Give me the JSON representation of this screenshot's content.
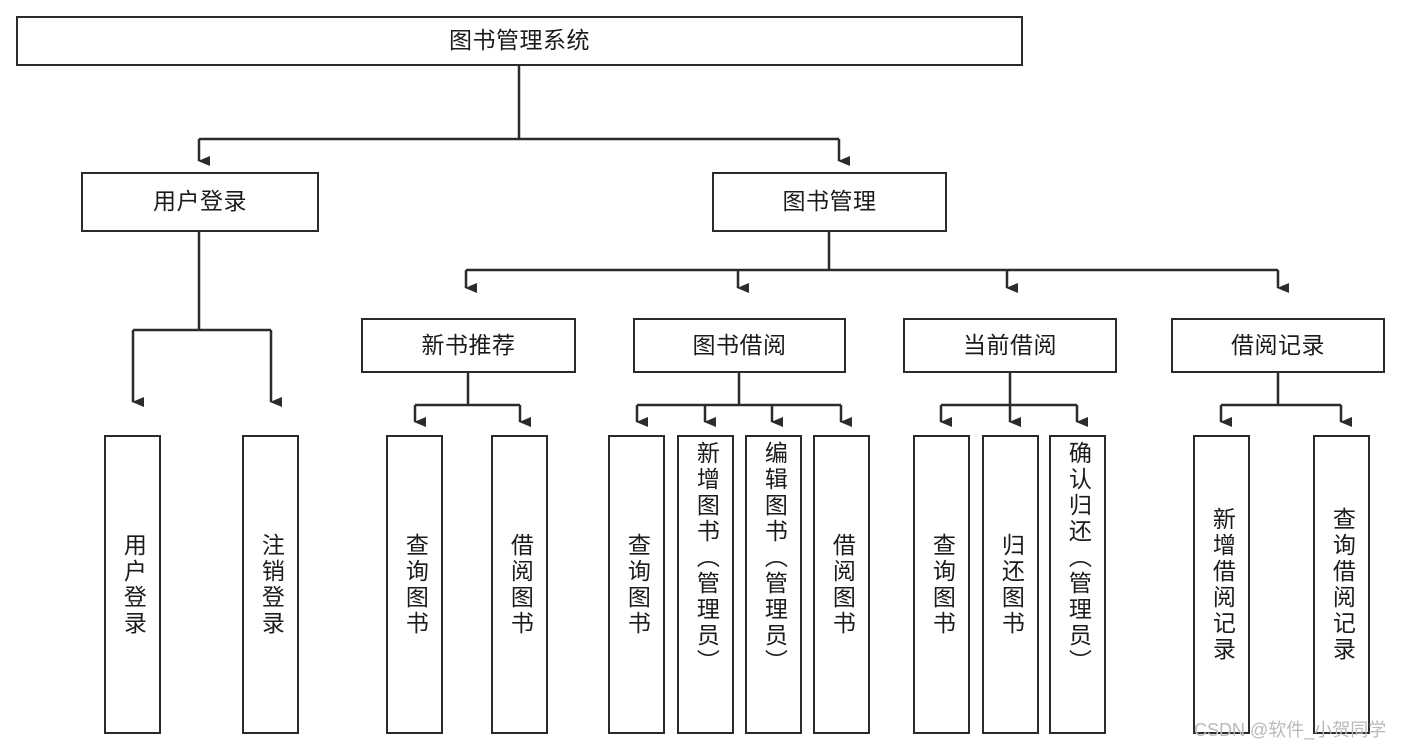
{
  "diagram": {
    "title": "图书管理系统",
    "type": "hierarchy-tree",
    "root": {
      "label": "图书管理系统"
    },
    "level2": [
      {
        "label": "用户登录"
      },
      {
        "label": "图书管理"
      }
    ],
    "level3": [
      {
        "label": "新书推荐"
      },
      {
        "label": "图书借阅"
      },
      {
        "label": "当前借阅"
      },
      {
        "label": "借阅记录"
      }
    ],
    "leaves": [
      {
        "label": "用户登录"
      },
      {
        "label": "注销登录"
      },
      {
        "label": "查询图书"
      },
      {
        "label": "借阅图书"
      },
      {
        "label": "查询图书"
      },
      {
        "label": "新增图书（管理员）"
      },
      {
        "label": "编辑图书（管理员）"
      },
      {
        "label": "借阅图书"
      },
      {
        "label": "查询图书"
      },
      {
        "label": "归还图书"
      },
      {
        "label": "确认归还（管理员）"
      },
      {
        "label": "新增借阅记录"
      },
      {
        "label": "查询借阅记录"
      }
    ]
  },
  "watermark": {
    "text": "CSDN @软件_小贺同学"
  },
  "colors": {
    "stroke": "#2b2b2b",
    "background": "#ffffff",
    "text": "#1b1b1b",
    "watermark": "#b9b9b9"
  }
}
